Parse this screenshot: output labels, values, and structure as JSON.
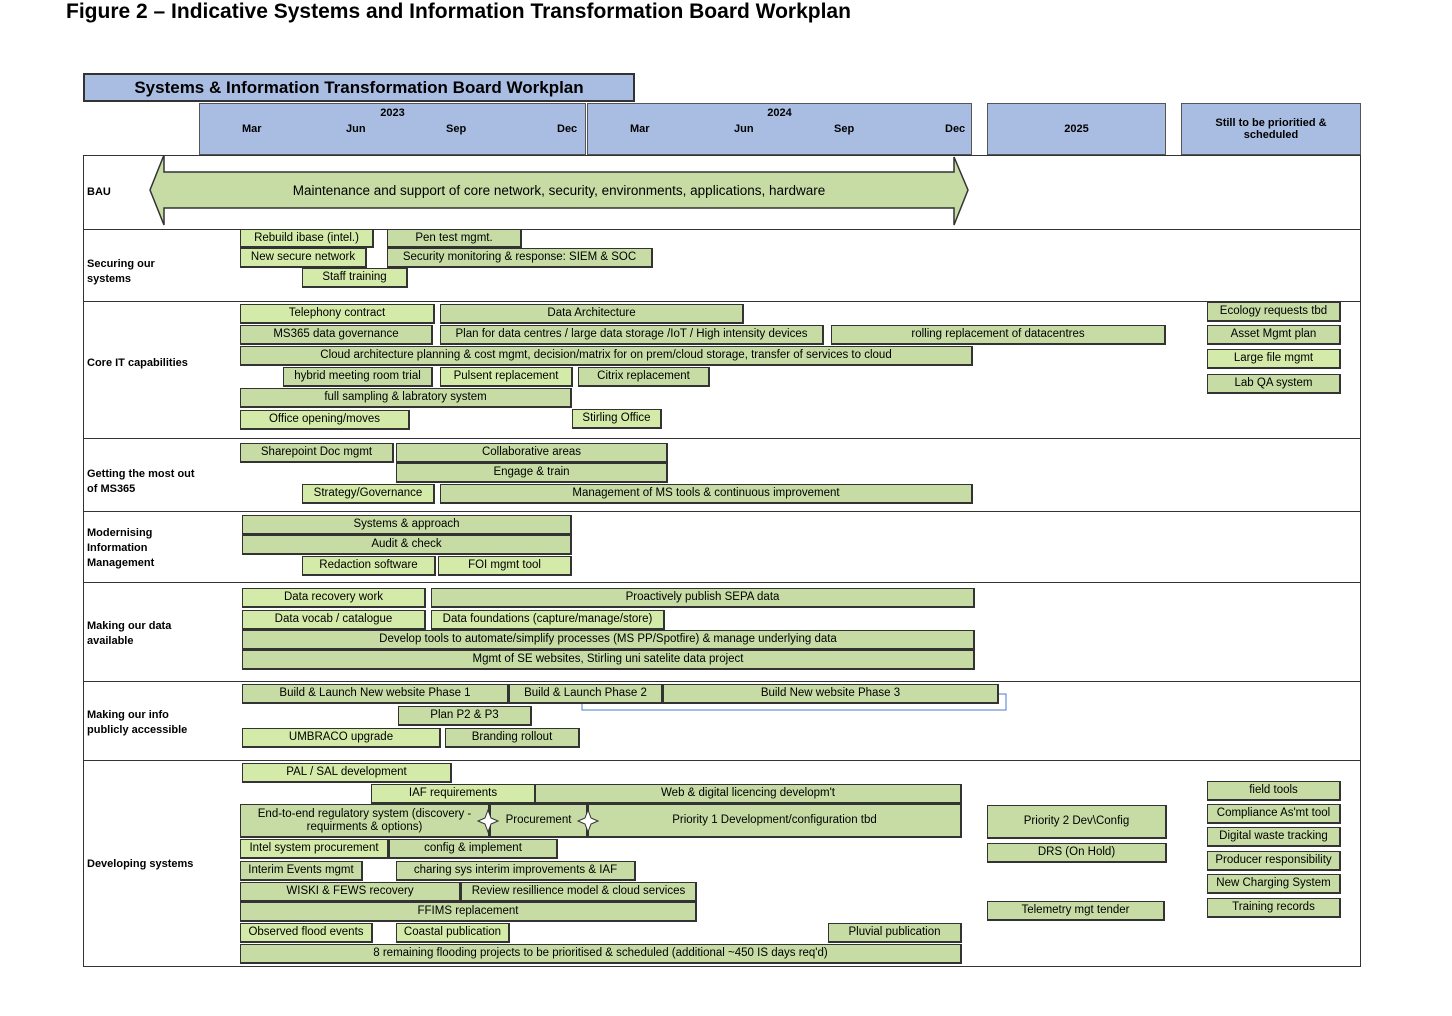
{
  "figure_title": "Figure 2 – Indicative Systems and Information Transformation Board Workplan",
  "board_title": "Systems & Information Transformation Board Workplan",
  "timeline": {
    "y2023": {
      "year": "2023",
      "months": [
        "Mar",
        "Jun",
        "Sep",
        "Dec"
      ]
    },
    "y2024": {
      "year": "2024",
      "months": [
        "Mar",
        "Jun",
        "Sep",
        "Dec"
      ]
    },
    "y2025": "2025",
    "unscheduled": "Still to be prioritied & scheduled"
  },
  "colors": {
    "header": "#a9bde3",
    "bar": "#c6dca4",
    "bar_light": "#d4eaa8"
  },
  "bau": {
    "label": "BAU",
    "arrow_text": "Maintenance and support of core network, security, environments, applications, hardware"
  },
  "sections": [
    {
      "label": "Securing our systems",
      "bars": [
        "Rebuild ibase (intel.)",
        "Pen test mgmt.",
        "New secure network",
        "Security monitoring & response: SIEM & SOC",
        "Staff training"
      ]
    },
    {
      "label": "Core IT capabilities",
      "bars": [
        "Telephony contract",
        "Data Architecture",
        "Ecology requests tbd",
        "MS365 data governance",
        "Plan for data centres / large data storage /IoT / High intensity devices",
        "rolling replacement of datacentres",
        "Asset Mgmt plan",
        "Cloud architecture planning & cost mgmt, decision/matrix for on prem/cloud storage, transfer of services to cloud",
        "Large file mgmt",
        "hybrid meeting room trial",
        "Pulsent replacement",
        "Citrix replacement",
        "Lab QA system",
        "full sampling & labratory system",
        "Office opening/moves",
        "Stirling Office"
      ]
    },
    {
      "label": "Getting the most out of MS365",
      "bars": [
        "Sharepoint Doc mgmt",
        "Collaborative areas",
        "Engage & train",
        "Strategy/Governance",
        "Management of MS tools & continuous improvement"
      ]
    },
    {
      "label": "Modernising Information Management",
      "bars": [
        "Systems & approach",
        "Audit & check",
        "Redaction software",
        "FOI mgmt tool"
      ]
    },
    {
      "label": "Making our data available",
      "bars": [
        "Data recovery work",
        "Proactively publish SEPA data",
        "Data vocab / catalogue",
        "Data foundations (capture/manage/store)",
        "Develop tools to automate/simplify processes (MS PP/Spotfire) & manage underlying data",
        "Mgmt of SE websites, Stirling uni satelite data project"
      ]
    },
    {
      "label": "Making our info publicly accessible",
      "bars": [
        "Build & Launch New website Phase 1",
        "Build & Launch Phase 2",
        "Build New website Phase 3",
        "Plan P2 & P3",
        "UMBRACO upgrade",
        "Branding rollout"
      ]
    },
    {
      "label": "Developing systems",
      "bars": [
        "PAL / SAL development",
        "IAF requirements",
        "Web & digital licencing developm't",
        "End-to-end regulatory system (discovery - requirments & options)",
        "Procurement",
        "Priority 1 Development/configuration tbd",
        "Priority 2 Dev\\Config",
        "Intel system procurement",
        "config & implement",
        "DRS (On Hold)",
        "Interim Events mgmt",
        "charing sys interim improvements & IAF",
        "WISKI & FEWS recovery",
        "Review resillience model & cloud services",
        "FFIMS replacement",
        "Telemetry mgt tender",
        "Observed flood events",
        "Coastal publication",
        "Pluvial publication",
        "8 remaining flooding projects to be prioritised & scheduled (additional ~450 IS days req'd)",
        "field tools",
        "Compliance As'mt tool",
        "Digital waste tracking",
        "Producer responsibility",
        "New Charging System",
        "Training records"
      ]
    }
  ]
}
